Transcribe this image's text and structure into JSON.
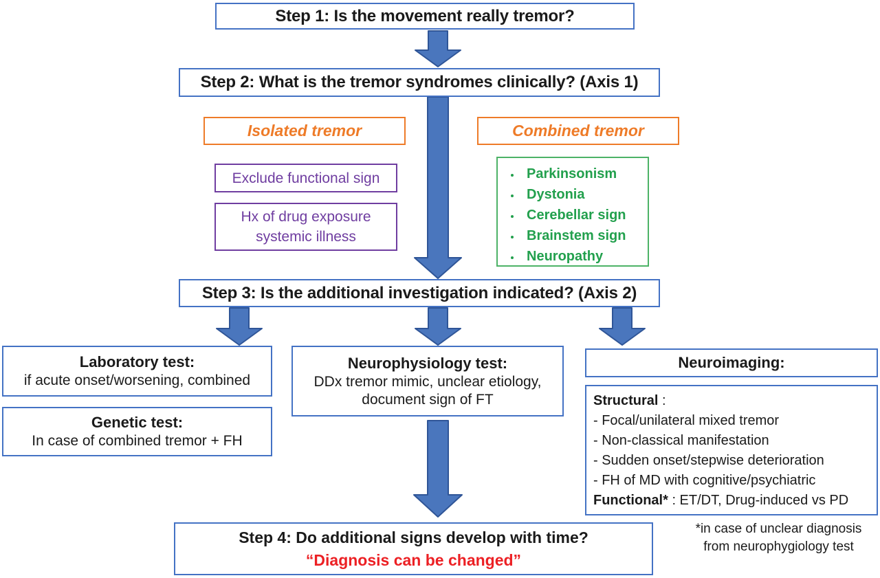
{
  "colors": {
    "box_border_blue": "#4472c4",
    "arrow_fill": "#4a76bd",
    "arrow_stroke": "#2f5597",
    "orange": "#ee7b28",
    "purple": "#6f3da0",
    "green": "#22a04d",
    "green_border": "#4cb266",
    "red": "#ec2024",
    "text_black": "#1a1a1a"
  },
  "steps": {
    "step1": "Step 1: Is the movement really tremor?",
    "step2": "Step 2: What is the tremor syndromes clinically? (Axis 1)",
    "step3": "Step 3: Is the additional investigation indicated? (Axis 2)",
    "step4_line1": "Step 4: Do additional signs develop with time?",
    "step4_line2": "“Diagnosis can be changed”"
  },
  "axis1": {
    "isolated_label": "Isolated tremor",
    "combined_label": "Combined tremor",
    "isolated_note1": "Exclude functional sign",
    "isolated_note2_line1": "Hx of drug exposure",
    "isolated_note2_line2": "systemic illness",
    "combined_signs": [
      "Parkinsonism",
      "Dystonia",
      "Cerebellar sign",
      "Brainstem sign",
      "Neuropathy"
    ]
  },
  "investigations": {
    "laboratory": {
      "title": "Laboratory test:",
      "body": "if acute onset/worsening, combined"
    },
    "genetic": {
      "title": "Genetic test:",
      "body": "In case of combined tremor + FH"
    },
    "neurophysiology": {
      "title": "Neurophysiology test:",
      "body_line1": "DDx tremor mimic, unclear etiology,",
      "body_line2": "document sign of FT"
    },
    "neuroimaging": {
      "title": "Neuroimaging:",
      "structural_label": "Structural",
      "structural_colon": " :",
      "structural_items": [
        "- Focal/unilateral mixed tremor",
        "- Non-classical manifestation",
        "- Sudden onset/stepwise deterioration",
        "- FH of MD with cognitive/psychiatric"
      ],
      "functional_label": "Functional*",
      "functional_rest": " : ET/DT, Drug-induced vs PD"
    }
  },
  "footnote": {
    "line1": "*in case of unclear diagnosis",
    "line2": "from neurophygiology test"
  }
}
